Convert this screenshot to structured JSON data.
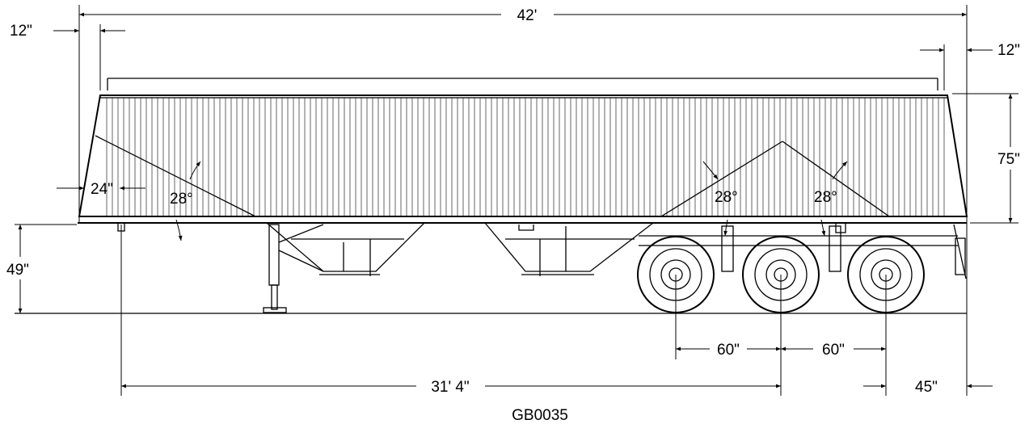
{
  "dimensions": {
    "overall_length": "42'",
    "front_overhang_left": "12\"",
    "rear_overhang_right": "12\"",
    "front_slope_height": "24\"",
    "side_height": "75\"",
    "ground_clearance": "49\"",
    "kingpin_to_axle": "31' 4\"",
    "axle_spacing_1": "60\"",
    "axle_spacing_2": "60\"",
    "rear_axle_to_end": "45\""
  },
  "angles": {
    "front_slope": "28°",
    "hopper_1": "28°",
    "hopper_2": "28°"
  },
  "drawing_id": "GB0035"
}
